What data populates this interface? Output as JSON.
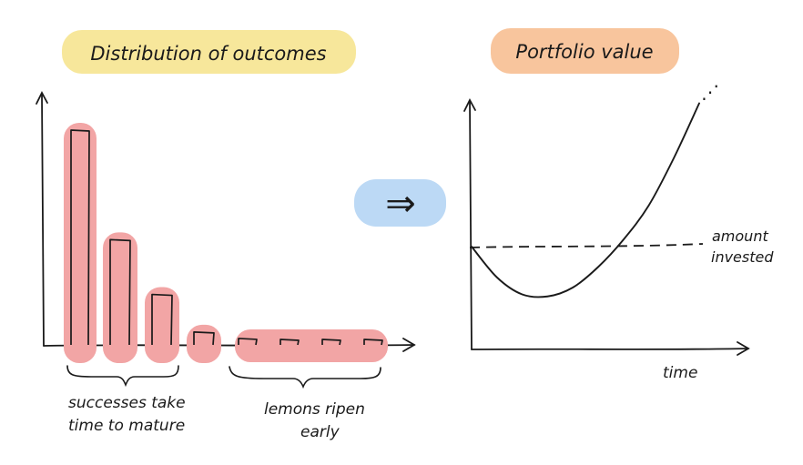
{
  "left_panel": {
    "title": "Distribution of outcomes",
    "title_highlight_color": "#f7e79b",
    "bar_highlight_color": "#f2a5a5",
    "bars": [
      {
        "value": 1.0
      },
      {
        "value": 0.49
      },
      {
        "value": 0.235
      },
      {
        "value": 0.06
      },
      {
        "value": 0.03
      },
      {
        "value": 0.02
      },
      {
        "value": 0.02
      },
      {
        "value": 0.02
      }
    ],
    "annotation_successes": {
      "line1": "successes take",
      "line2": "time to mature"
    },
    "annotation_lemons": {
      "line1": "lemons ripen",
      "line2": "early"
    }
  },
  "arrow": {
    "glyph": "⇒",
    "highlight_color": "#bcd9f5"
  },
  "right_panel": {
    "title": "Portfolio value",
    "title_highlight_color": "#f8c59d",
    "x_axis_label": "time",
    "reference_line_label": {
      "line1": "amount",
      "line2": "invested"
    },
    "continuation_mark": "⋰"
  },
  "chart_data": {
    "type": "line",
    "title": "Portfolio value",
    "xlabel": "time",
    "ylabel": "",
    "description_points": "J-curve: starts at amount invested, dips to a minimum, then rises above it",
    "series": [
      {
        "values": [
          1.0,
          0.55,
          0.3,
          0.27,
          0.4,
          0.7,
          1.1,
          1.6,
          2.3,
          3.1
        ]
      }
    ],
    "reference_line": {
      "label": "amount invested",
      "value": 1.0
    }
  }
}
